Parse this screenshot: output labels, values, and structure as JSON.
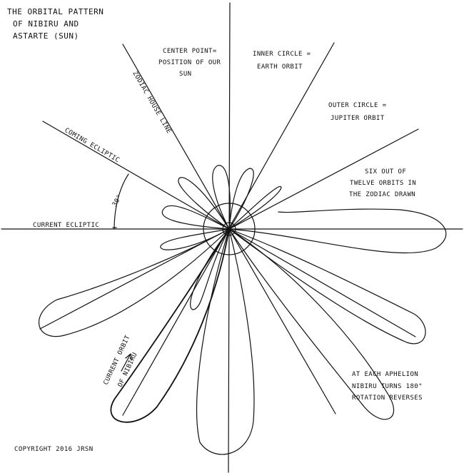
{
  "title": {
    "line1": "THE ORBITAL PATTERN",
    "line2": "OF NIBIRU AND",
    "line3": "ASTARTE (SUN)"
  },
  "labels": {
    "center_point_1": "CENTER POINT=",
    "center_point_2": "POSITION OF OUR",
    "center_point_3": "SUN",
    "inner_circle_1": "INNER CIRCLE =",
    "inner_circle_2": "EARTH ORBIT",
    "outer_circle_1": "OUTER CIRCLE =",
    "outer_circle_2": "JUPITER ORBIT",
    "six_out_1": "SIX OUT OF",
    "six_out_2": "TWELVE ORBITS IN",
    "six_out_3": "THE ZODIAC DRAWN",
    "zodiac_house_line": "ZODIAC HOUSE LINE",
    "coming_ecliptic": "COMING ECLIPTIC",
    "current_ecliptic": "CURRENT ECLIPTIC",
    "angle": "30°",
    "current_orbit_1": "CURRENT ORBIT",
    "current_orbit_2": "OF NIBIRU",
    "aphelion_1": "AT EACH APHELION",
    "aphelion_2": "NIBIRU TURNS 180°",
    "aphelion_3": "ROTATION REVERSES",
    "copyright": "COPYRIGHT 2016 JRSN"
  }
}
